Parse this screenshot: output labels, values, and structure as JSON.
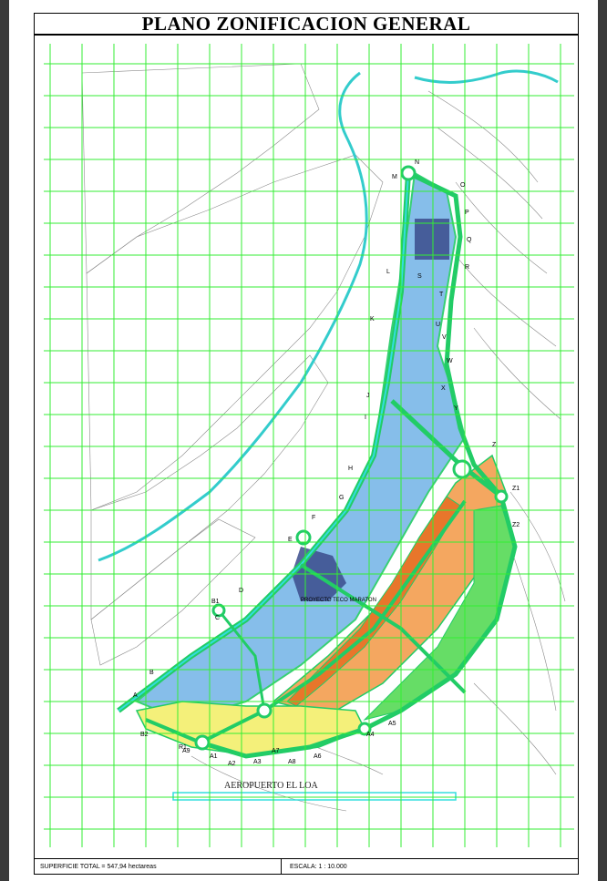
{
  "title": "PLANO ZONIFICACION GENERAL",
  "footer": {
    "area_label": "SUPERFICIE TOTAL = ",
    "area_value": "547,94 hectareas",
    "scale_label": "ESCALA: ",
    "scale_value": "1 : 10.000"
  },
  "labels": {
    "project": "PROYECTO TECO MARATON",
    "airport": "AEROPUERTO EL LOA"
  },
  "node_labels": [
    "N",
    "O",
    "P",
    "Q",
    "R",
    "S",
    "T",
    "U",
    "V",
    "W",
    "X",
    "Y",
    "Z",
    "Z1",
    "Z2",
    "A",
    "B",
    "B1",
    "B2",
    "C",
    "D",
    "E",
    "F",
    "G",
    "H",
    "I",
    "J",
    "K",
    "L",
    "M",
    "A1",
    "A2",
    "A3",
    "A4",
    "A5",
    "A6",
    "A7",
    "A8",
    "A9",
    "R1"
  ],
  "colors": {
    "grid": "#33ee33",
    "road": "#22cc66",
    "road_cyan": "#33dddd",
    "zone_blue": "#7ab8e8",
    "zone_orange": "#f4a760",
    "zone_darkorange": "#e8762b",
    "zone_yellow": "#f4f07a",
    "building": "#3b4c8c",
    "river": "#33cccc",
    "urban": "#8a8a8a"
  }
}
